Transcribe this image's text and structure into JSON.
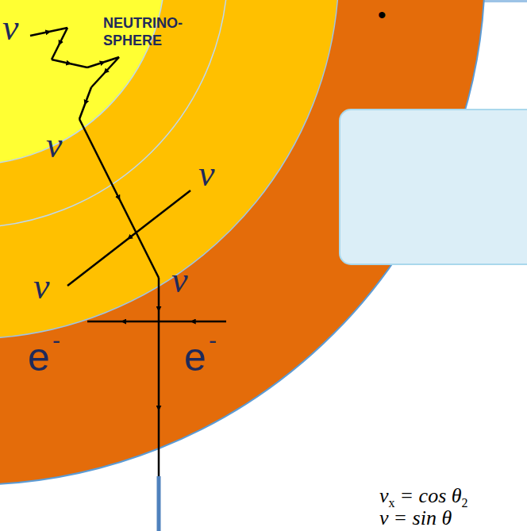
{
  "diagram": {
    "labels": [
      "NEUTRINO- SPHERE",
      "ν",
      "ν",
      "ν",
      "ν",
      "ν",
      "e",
      "-",
      "e",
      "-",
      "•",
      "ν",
      "x",
      "= cos θ",
      "2",
      "ν",
      "= sin θ"
    ]
  }
}
